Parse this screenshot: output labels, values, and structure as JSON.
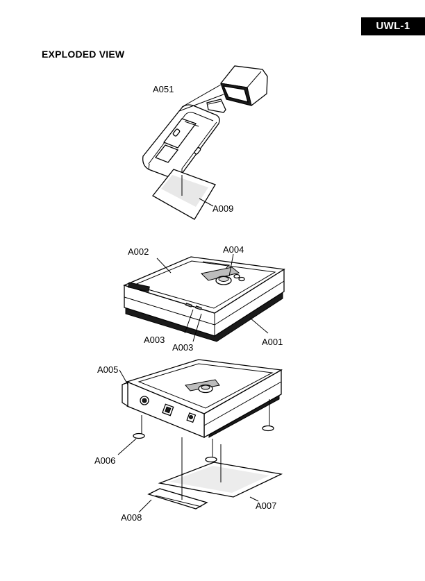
{
  "header": {
    "model_code": "UWL-1",
    "section_title": "EXPLODED VIEW"
  },
  "callouts": {
    "a051": "A051",
    "a009": "A009",
    "a002": "A002",
    "a004": "A004",
    "a003_left": "A003",
    "a003_right": "A003",
    "a001": "A001",
    "a005": "A005",
    "a006": "A006",
    "a007": "A007",
    "a008": "A008"
  },
  "colors": {
    "badge_background": "#000000",
    "badge_text": "#ffffff",
    "line_art": "#000000",
    "shading": "#d6d6d6"
  }
}
